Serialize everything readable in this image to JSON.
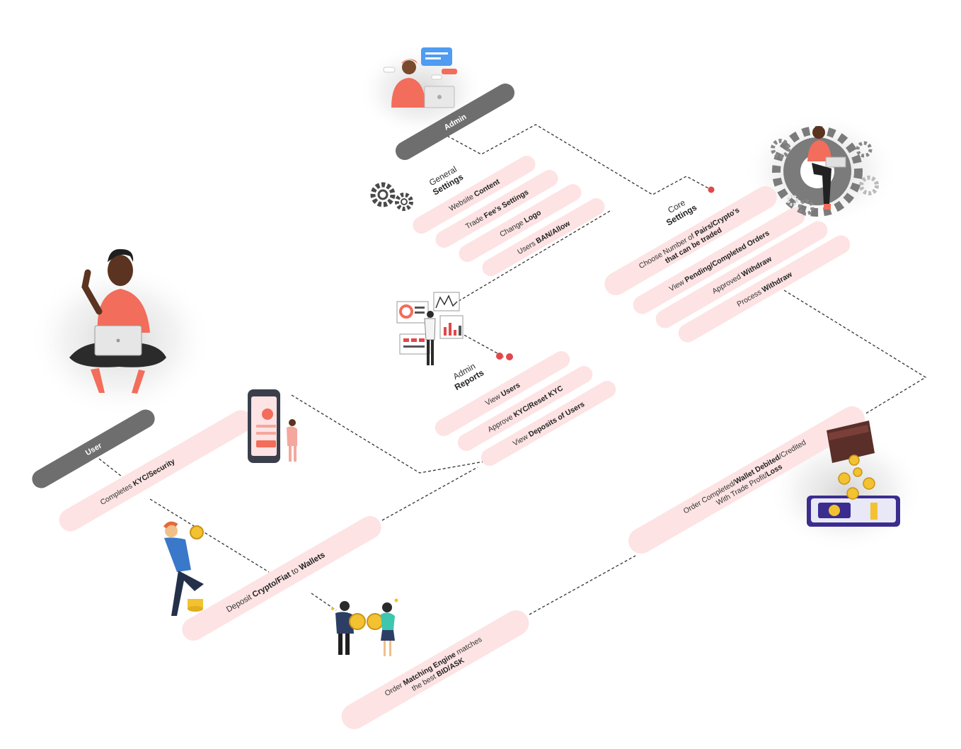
{
  "roles": {
    "admin": "Admin",
    "user": "User"
  },
  "sections": {
    "general_settings": {
      "line1": "General",
      "line2": "Settings",
      "items": [
        {
          "pre": "Website ",
          "bold": "Content",
          "post": ""
        },
        {
          "pre": "Trade ",
          "bold": "Fee's Settings",
          "post": ""
        },
        {
          "pre": "Change ",
          "bold": "Logo",
          "post": ""
        },
        {
          "pre": "Users ",
          "bold": "BAN/Allow",
          "post": ""
        }
      ]
    },
    "core_settings": {
      "line1": "Core",
      "line2": "Settings",
      "items": [
        {
          "pre": "Choose Number of ",
          "bold": "Pairs/Crypto's",
          "post": "",
          "line2": "that can be traded"
        },
        {
          "pre": "View ",
          "bold": "Pending/Completed Orders",
          "post": ""
        },
        {
          "pre": "Approved ",
          "bold": "Withdraw",
          "post": ""
        },
        {
          "pre": "Process ",
          "bold": "Withdraw",
          "post": ""
        }
      ]
    },
    "admin_reports": {
      "line1": "Admin",
      "line2": "Reports",
      "items": [
        {
          "pre": "View ",
          "bold": "Users",
          "post": ""
        },
        {
          "pre": "Approve ",
          "bold": "KYC/Reset KYC",
          "post": ""
        },
        {
          "pre": "View ",
          "bold": "Deposits of Users",
          "post": ""
        }
      ]
    }
  },
  "flow": {
    "kyc": {
      "pre": "Completes ",
      "bold": "KYC/Security",
      "post": ""
    },
    "deposit": {
      "pre": "Deposit ",
      "bold": "Crypto/Fiat",
      "mid": " to ",
      "bold2": "Wallets"
    },
    "matching": {
      "pre": "Order ",
      "bold": "Matching Engine",
      "post": " matches",
      "line2pre": "the best ",
      "line2bold": "BID/ASK"
    },
    "completed": {
      "pre": "Order Completed/",
      "bold": "Wallet Debited",
      "post": "/Credited",
      "line2pre": "With Trade Profit/",
      "line2bold": "Loss"
    }
  },
  "colors": {
    "pill": "#fde3e3",
    "role_pill": "#6e6e6e",
    "accent": "#f26d5b",
    "dash": "#333333"
  },
  "icons": [
    "support-agent-icon",
    "gear-icon",
    "gear-woman-icon",
    "laptop-man-icon",
    "phone-kyc-icon",
    "coin-man-icon",
    "coin-exchange-icon",
    "dashboard-reports-icon",
    "wallet-coins-icon"
  ]
}
